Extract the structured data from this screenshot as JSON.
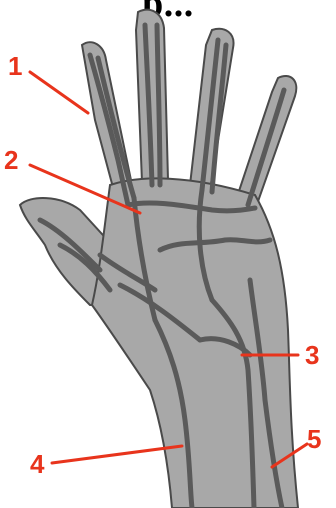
{
  "top_text": "p...",
  "callouts": [
    {
      "id": 1,
      "label": "1"
    },
    {
      "id": 2,
      "label": "2"
    },
    {
      "id": 3,
      "label": "3"
    },
    {
      "id": 4,
      "label": "4"
    },
    {
      "id": 5,
      "label": "5"
    }
  ],
  "colors": {
    "skin": "#a8a8a8",
    "outline": "#4a4a4a",
    "vein": "#5a5a5a",
    "callout": "#e8341c"
  }
}
